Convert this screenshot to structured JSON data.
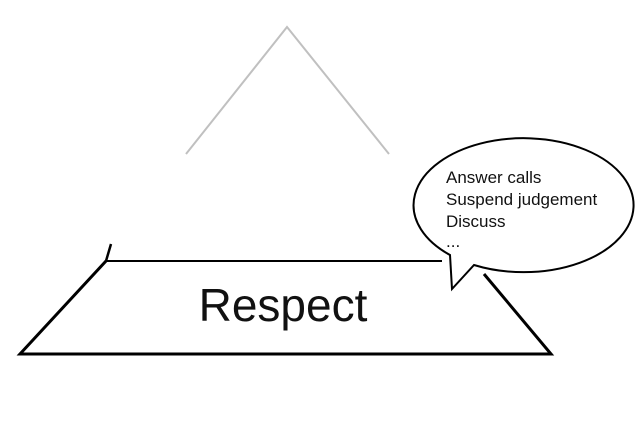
{
  "pyramid": {
    "base_label": "Respect"
  },
  "speech_bubble": {
    "lines": [
      "Answer calls",
      "Suspend judgement",
      "Discuss",
      "..."
    ]
  },
  "colors": {
    "outline": "#000000",
    "faint_outline": "#c0c0c0",
    "background": "#ffffff"
  }
}
